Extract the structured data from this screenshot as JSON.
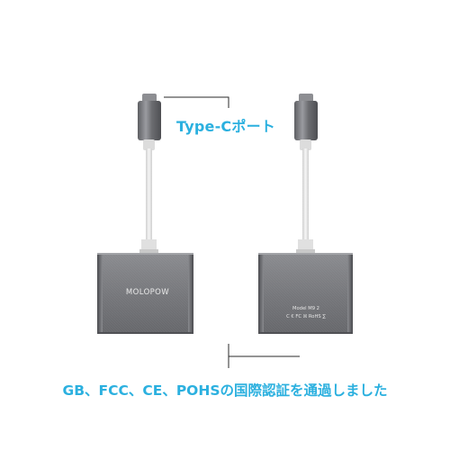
{
  "callouts": {
    "port_label": "Type-Cポート",
    "certification_text": "GB、FCC、CE、POHSの国際認証を通過しました"
  },
  "device": {
    "brand": "MOLOPOW",
    "model_text": "Model M9 2",
    "cert_marks": "C € FC ☒ RoHS ∑"
  },
  "colors": {
    "accent": "#2bb0df",
    "housing": "#76777b",
    "cable": "#e8e8e8"
  }
}
